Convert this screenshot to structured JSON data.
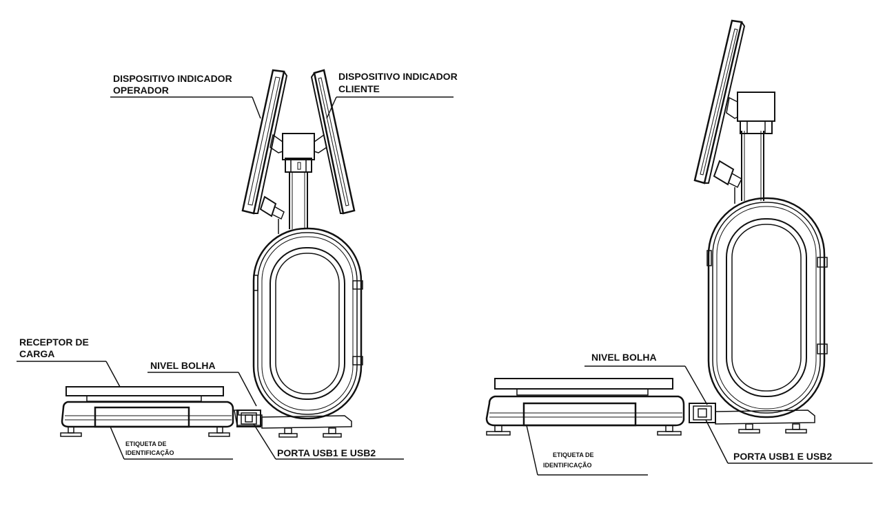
{
  "colors": {
    "ink": "#111111",
    "paper": "#ffffff",
    "foot_shade": "#3a3a5a"
  },
  "left_view": {
    "label_operador": [
      "DISPOSITIVO INDICADOR",
      "OPERADOR"
    ],
    "label_cliente": [
      "DISPOSITIVO INDICADOR",
      "CLIENTE"
    ],
    "label_receptor": [
      "RECEPTOR DE",
      "CARGA"
    ],
    "label_nivel": "NIVEL BOLHA",
    "label_etiqueta": [
      "ETIQUETA DE",
      "IDENTIFICAÇÃO"
    ],
    "label_usb": "PORTA USB1 E USB2"
  },
  "right_view": {
    "label_nivel": "NIVEL BOLHA",
    "label_etiqueta": [
      "ETIQUETA DE",
      "IDENTIFICAÇÃO"
    ],
    "label_usb": "PORTA USB1 E USB2"
  }
}
